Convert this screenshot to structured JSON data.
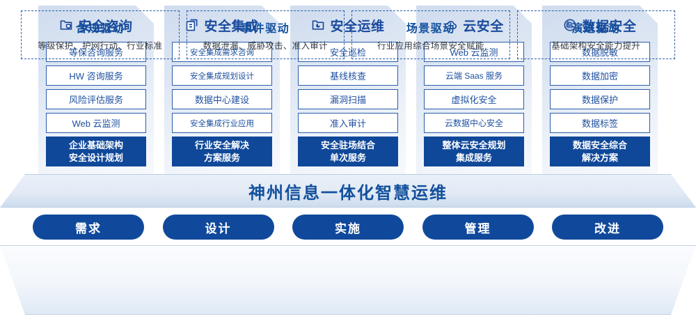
{
  "columns": [
    {
      "id": "security-consulting",
      "icon": "folder-shield-icon",
      "title": "安全咨询",
      "items": [
        "等保咨询服务",
        "HW 咨询服务",
        "风险评估服务",
        "Web 云监测"
      ],
      "highlight": {
        "line1": "企业基础架构",
        "line2": "安全设计规划"
      }
    },
    {
      "id": "security-integration",
      "icon": "documents-icon",
      "title": "安全集成",
      "items": [
        "安全集成需求咨询",
        "安全集成规划设计",
        "数据中心建设",
        "安全集成行业应用"
      ],
      "highlight": {
        "line1": "行业安全解决",
        "line2": "方案服务"
      }
    },
    {
      "id": "security-operations",
      "icon": "folder-chart-icon",
      "title": "安全运维",
      "items": [
        "安全巡检",
        "基线核查",
        "漏洞扫描",
        "准入审计"
      ],
      "highlight": {
        "line1": "安全驻场结合",
        "line2": "单次服务"
      }
    },
    {
      "id": "cloud-security",
      "icon": "cloud-icon",
      "title": "云安全",
      "items": [
        "Web 云监测",
        "云端 Saas 服务",
        "虚拟化安全",
        "云数据中心安全"
      ],
      "highlight": {
        "line1": "整体云安全规划",
        "line2": "集成服务"
      }
    },
    {
      "id": "data-security",
      "icon": "fingerprint-icon",
      "title": "数据安全",
      "items": [
        "数据脱敏",
        "数据加密",
        "数据保护",
        "数据标签"
      ],
      "highlight": {
        "line1": "数据安全综合",
        "line2": "解决方案"
      }
    }
  ],
  "banner": {
    "text": "神州信息一体化智慧运维"
  },
  "pills": [
    {
      "label": "需求"
    },
    {
      "label": "设计"
    },
    {
      "label": "实施"
    },
    {
      "label": "管理"
    },
    {
      "label": "改进"
    }
  ],
  "drivers": [
    {
      "title": "合规驱动",
      "subtitle": "等级保护、护网行动、行业标准"
    },
    {
      "title": "事件驱动",
      "subtitle": "数据泄漏、威胁攻击、准入审计"
    },
    {
      "title": "场景驱动",
      "subtitle": "行业应用综合场景安全赋能"
    },
    {
      "title": "演进驱动",
      "subtitle": "基础架构安全能力提升"
    }
  ],
  "colors": {
    "primary_blue": "#0f4899",
    "text_blue": "#1d4f9f",
    "border_blue": "#2a5caa",
    "card_gradient_from": "#cfdcee",
    "card_gradient_to": "#f7f9fc"
  }
}
